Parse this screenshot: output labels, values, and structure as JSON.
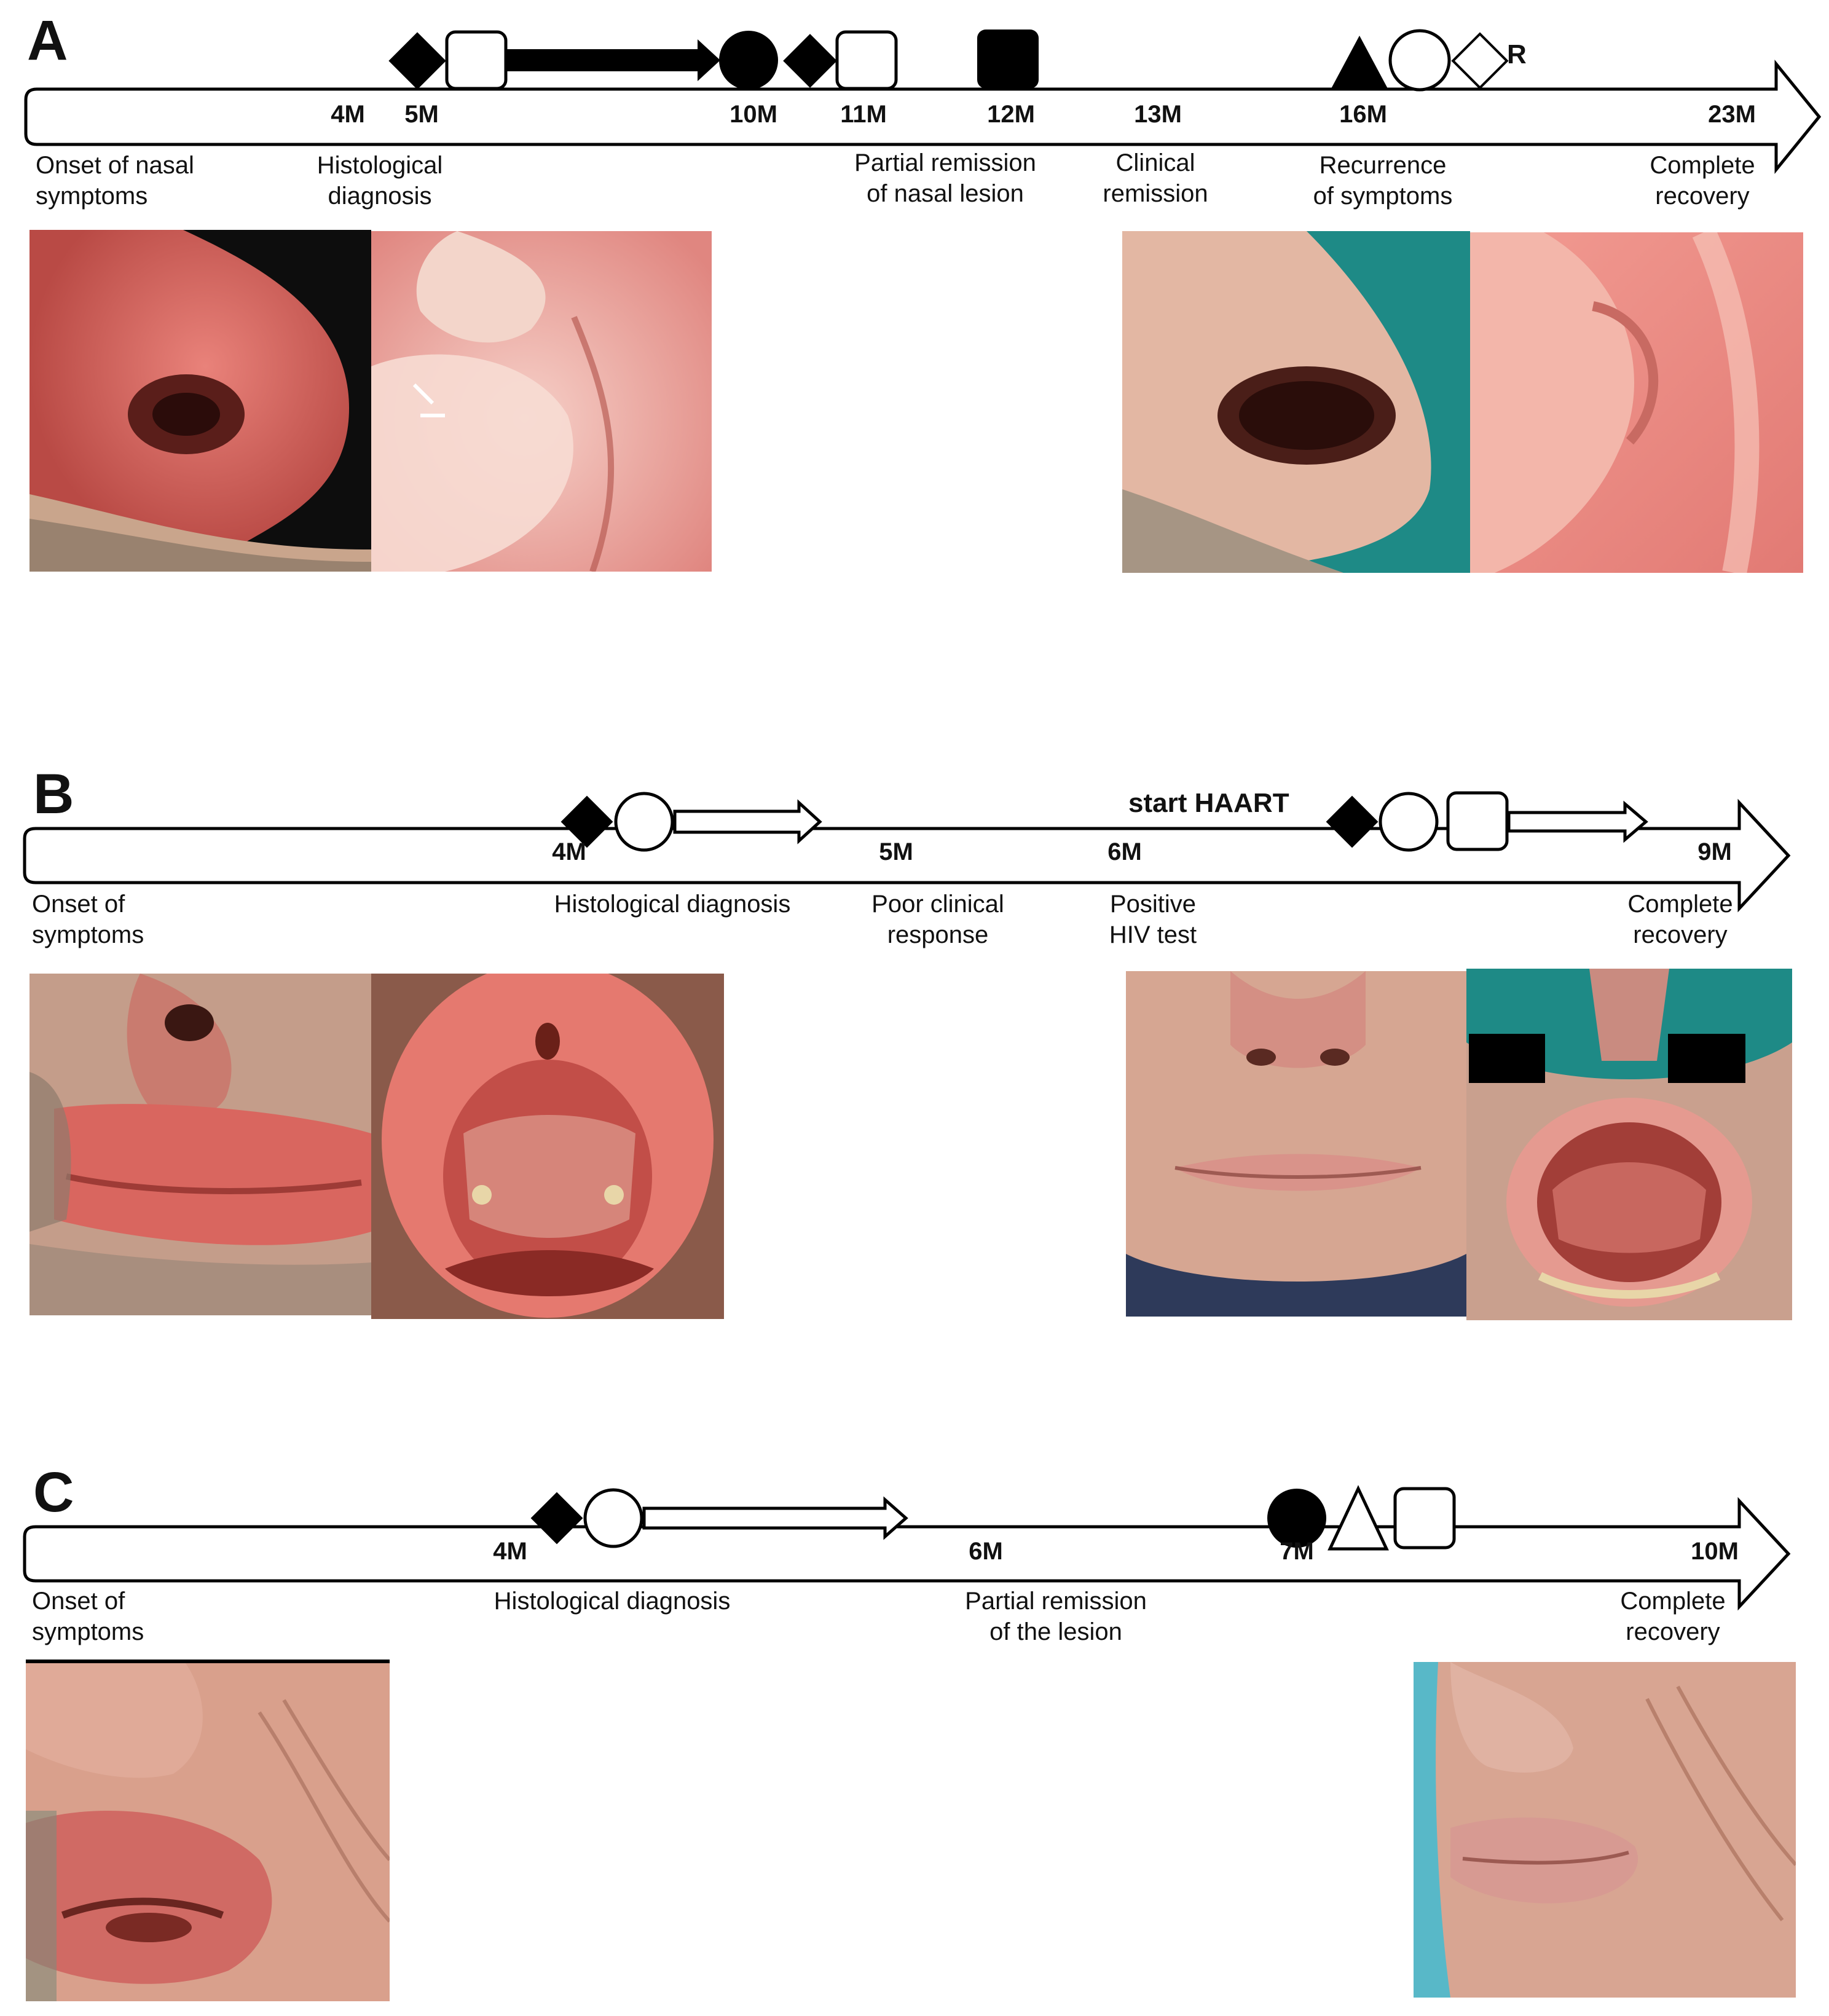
{
  "panels": [
    {
      "letter": "A",
      "ticks": [
        "4M",
        "5M",
        "10M",
        "11M",
        "12M",
        "13M",
        "16M",
        "23M"
      ],
      "events": [
        {
          "line1": "Onset of nasal",
          "line2": "symptoms"
        },
        {
          "line1": "Histological",
          "line2": "diagnosis"
        },
        {
          "line1": "Partial remission",
          "line2": "of nasal lesion"
        },
        {
          "line1": "Clinical",
          "line2": "remission"
        },
        {
          "line1": "Recurrence",
          "line2": "of symptoms"
        },
        {
          "line1": "Complete",
          "line2": "recovery"
        }
      ],
      "marker_label": "R"
    },
    {
      "letter": "B",
      "ticks": [
        "4M",
        "5M",
        "6M",
        "9M"
      ],
      "events": [
        {
          "line1": "Onset of",
          "line2": "symptoms"
        },
        {
          "line1": "Histological diagnosis",
          "line2": ""
        },
        {
          "line1": "Poor clinical",
          "line2": "response"
        },
        {
          "line1": "Positive",
          "line2": "HIV test"
        },
        {
          "line1": "Complete",
          "line2": "recovery"
        }
      ],
      "annotation": "start HAART"
    },
    {
      "letter": "C",
      "ticks": [
        "4M",
        "6M",
        "7M",
        "10M"
      ],
      "events": [
        {
          "line1": "Onset of",
          "line2": "symptoms"
        },
        {
          "line1": "Histological diagnosis",
          "line2": ""
        },
        {
          "line1": "Partial remission",
          "line2": "of the lesion"
        },
        {
          "line1": "Complete",
          "line2": "recovery"
        }
      ]
    }
  ],
  "colors": {
    "skin_red": "#d9665f",
    "skin_pale": "#e9b8a4",
    "mucosa": "#f1a8a0",
    "teal_bg": "#1e8a86",
    "beard": "#6b6258"
  }
}
